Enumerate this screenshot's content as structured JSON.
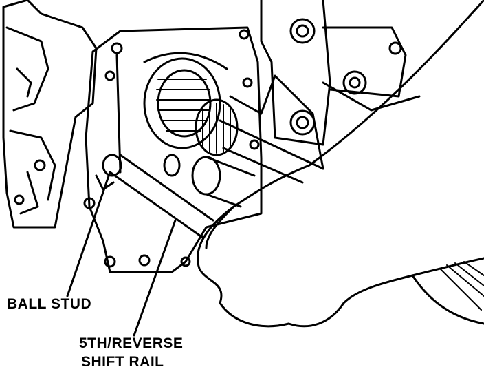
{
  "labels": {
    "ball_stud": "BALL STUD",
    "shift_rail_line1": "5TH/REVERSE",
    "shift_rail_line2": "SHIFT RAIL"
  },
  "colors": {
    "ink": "#000000",
    "paper": "#ffffff"
  }
}
